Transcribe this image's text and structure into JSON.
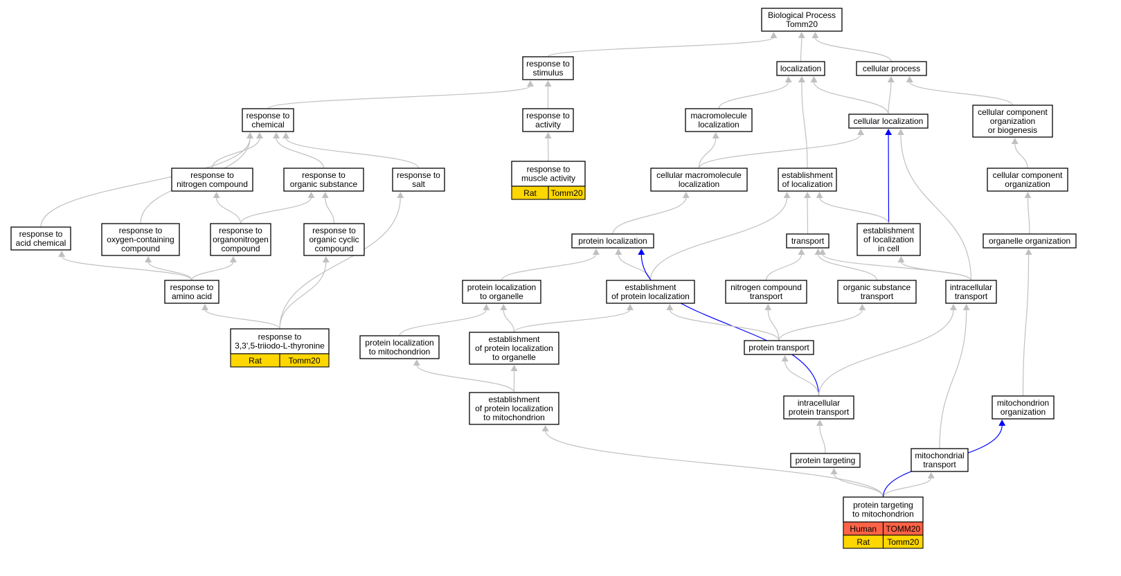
{
  "colors": {
    "edge": "#c0c0c0",
    "highlight_edge": "#0000ff",
    "rat_tag": "#ffd700",
    "human_tag": "#ff6347"
  },
  "nodes": [
    {
      "id": "bp",
      "lines": [
        "Biological Process",
        "Tomm20"
      ]
    },
    {
      "id": "rstim",
      "lines": [
        "response to",
        "stimulus"
      ]
    },
    {
      "id": "loc",
      "lines": [
        "localization"
      ]
    },
    {
      "id": "cellproc",
      "lines": [
        "cellular process"
      ]
    },
    {
      "id": "rchem",
      "lines": [
        "response to",
        "chemical"
      ]
    },
    {
      "id": "ract",
      "lines": [
        "response to",
        "activity"
      ]
    },
    {
      "id": "macroloc",
      "lines": [
        "macromolecule",
        "localization"
      ]
    },
    {
      "id": "cellloc",
      "lines": [
        "cellular localization"
      ]
    },
    {
      "id": "ccob",
      "lines": [
        "cellular component",
        "organization",
        "or biogenesis"
      ]
    },
    {
      "id": "rnit",
      "lines": [
        "response to",
        "nitrogen compound"
      ]
    },
    {
      "id": "rorg",
      "lines": [
        "response to",
        "organic substance"
      ]
    },
    {
      "id": "rsalt",
      "lines": [
        "response to",
        "salt"
      ]
    },
    {
      "id": "rmusc",
      "lines": [
        "response to",
        "muscle activity"
      ],
      "tags": [
        [
          "Rat",
          "Tomm20"
        ]
      ]
    },
    {
      "id": "cmacroloc",
      "lines": [
        "cellular macromolecule",
        "localization"
      ]
    },
    {
      "id": "estloc",
      "lines": [
        "establishment",
        "of localization"
      ]
    },
    {
      "id": "cco",
      "lines": [
        "cellular component",
        "organization"
      ]
    },
    {
      "id": "racid",
      "lines": [
        "response to",
        "acid chemical"
      ]
    },
    {
      "id": "roxy",
      "lines": [
        "response to",
        "oxygen-containing",
        "compound"
      ]
    },
    {
      "id": "rorgnit",
      "lines": [
        "response to",
        "organonitrogen",
        "compound"
      ]
    },
    {
      "id": "rcyc",
      "lines": [
        "response to",
        "organic cyclic",
        "compound"
      ]
    },
    {
      "id": "protloc",
      "lines": [
        "protein localization"
      ]
    },
    {
      "id": "transport",
      "lines": [
        "transport"
      ]
    },
    {
      "id": "estlocc",
      "lines": [
        "establishment",
        "of localization",
        "in cell"
      ]
    },
    {
      "id": "orgorg",
      "lines": [
        "organelle organization"
      ]
    },
    {
      "id": "ramino",
      "lines": [
        "response to",
        "amino acid"
      ]
    },
    {
      "id": "plo",
      "lines": [
        "protein localization",
        "to organelle"
      ]
    },
    {
      "id": "epl",
      "lines": [
        "establishment",
        "of protein localization"
      ]
    },
    {
      "id": "nct",
      "lines": [
        "nitrogen compound",
        "transport"
      ]
    },
    {
      "id": "ost",
      "lines": [
        "organic substance",
        "transport"
      ]
    },
    {
      "id": "ict",
      "lines": [
        "intracellular",
        "transport"
      ]
    },
    {
      "id": "rthy",
      "lines": [
        "response to",
        "3,3',5-triiodo-L-thyronine"
      ],
      "tags": [
        [
          "Rat",
          "Tomm20"
        ]
      ]
    },
    {
      "id": "plm",
      "lines": [
        "protein localization",
        "to mitochondrion"
      ]
    },
    {
      "id": "eplo",
      "lines": [
        "establishment",
        "of protein localization",
        "to organelle"
      ]
    },
    {
      "id": "pt",
      "lines": [
        "protein transport"
      ]
    },
    {
      "id": "eplm",
      "lines": [
        "establishment",
        "of protein localization",
        "to mitochondrion"
      ]
    },
    {
      "id": "ipt",
      "lines": [
        "intracellular",
        "protein transport"
      ]
    },
    {
      "id": "mitoorg",
      "lines": [
        "mitochondrion",
        "organization"
      ]
    },
    {
      "id": "ptarg",
      "lines": [
        "protein targeting"
      ]
    },
    {
      "id": "mitot",
      "lines": [
        "mitochondrial",
        "transport"
      ]
    },
    {
      "id": "ptm",
      "lines": [
        "protein targeting",
        "to mitochondrion"
      ],
      "tags": [
        [
          "Human",
          "TOMM20"
        ],
        [
          "Rat",
          "Tomm20"
        ]
      ]
    }
  ]
}
